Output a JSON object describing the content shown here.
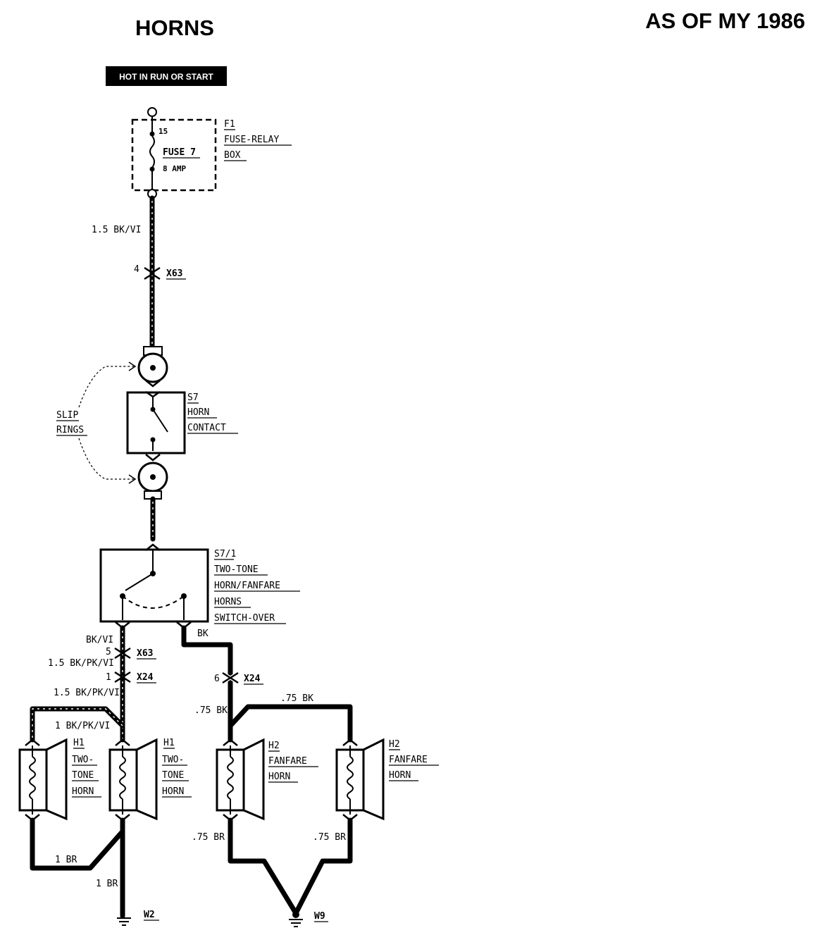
{
  "header": {
    "title": "HORNS",
    "model_year": "AS OF MY 1986",
    "power_label": "HOT IN RUN OR START"
  },
  "fuse_box": {
    "terminal": "15",
    "fuse_name": "FUSE 7",
    "fuse_rating": "8 AMP",
    "id": "F1",
    "name_line1": "FUSE-RELAY",
    "name_line2": "BOX"
  },
  "wires": {
    "main_feed": "1.5 BK/VI",
    "s71_left_out": "BK/VI",
    "s71_right_out": "BK",
    "h1_feed_upper": "1.5 BK/PK/VI",
    "h1_feed_lower": "1.5 BK/PK/VI",
    "h1_jumper": "1 BK/PK/VI",
    "h2_feed": ".75 BK",
    "h2_jumper": ".75 BK",
    "h1_ground_jumper": "1 BR",
    "h1_ground": "1 BR",
    "h2_ground_left": ".75 BR",
    "h2_ground_right": ".75 BR"
  },
  "connectors": {
    "x63_top_pin": "4",
    "x63_top_name": "X63",
    "x63_mid_pin": "5",
    "x63_mid_name": "X63",
    "x24_left_pin": "1",
    "x24_left_name": "X24",
    "x24_right_pin": "6",
    "x24_right_name": "X24"
  },
  "slip_rings": {
    "line1": "SLIP",
    "line2": "RINGS"
  },
  "horn_contact": {
    "id": "S7",
    "line1": "HORN",
    "line2": "CONTACT"
  },
  "switch_over": {
    "id": "S7/1",
    "line1": "TWO-TONE",
    "line2": "HORN/FANFARE",
    "line3": "HORNS",
    "line4": "SWITCH-OVER"
  },
  "horns": {
    "h1a": {
      "id": "H1",
      "line1": "TWO-",
      "line2": "TONE",
      "line3": "HORN"
    },
    "h1b": {
      "id": "H1",
      "line1": "TWO-",
      "line2": "TONE",
      "line3": "HORN"
    },
    "h2a": {
      "id": "H2",
      "line1": "FANFARE",
      "line2": "HORN"
    },
    "h2b": {
      "id": "H2",
      "line1": "FANFARE",
      "line2": "HORN"
    }
  },
  "grounds": {
    "left": "W2",
    "right": "W9"
  }
}
